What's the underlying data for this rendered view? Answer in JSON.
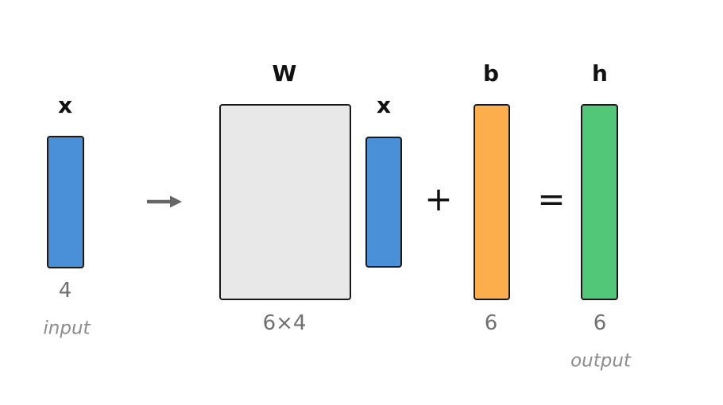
{
  "nodes": {
    "input": {
      "label": "x",
      "dim": "4",
      "caption": "input",
      "fill": "#4A90D8"
    },
    "weights": {
      "label": "W",
      "dim": "6×4",
      "fill": "#E8E8E8"
    },
    "multiplicand": {
      "label": "x",
      "fill": "#4A90D8"
    },
    "bias": {
      "label": "b",
      "dim": "6",
      "fill": "#FBAE4B"
    },
    "output": {
      "label": "h",
      "dim": "6",
      "caption": "output",
      "fill": "#50C878"
    }
  },
  "operators": {
    "plus": "+",
    "equals": "="
  },
  "colors": {
    "arrow": "#666666",
    "stroke": "#1a1a1a",
    "dim_text": "#707070",
    "caption_text": "#8c8c8c"
  }
}
